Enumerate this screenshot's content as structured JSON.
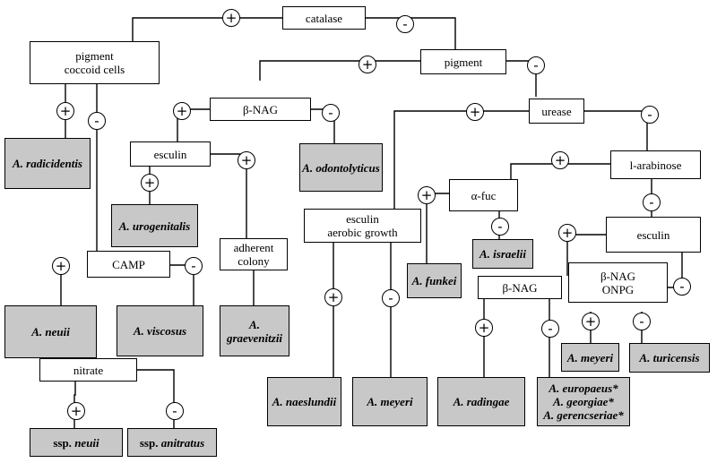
{
  "diagram": {
    "tests": {
      "catalase": "catalase",
      "pigment_coccoid_1": "pigment",
      "pigment_coccoid_2": "coccoid cells",
      "pigment": "pigment",
      "bnag": "β-NAG",
      "urease": "urease",
      "esculin_left": "esculin",
      "larabinose": "l-arabinose",
      "afuc": "α-fuc",
      "esculin_aerobic_1": "esculin",
      "esculin_aerobic_2": "aerobic growth",
      "esculin_right": "esculin",
      "adherent_1": "adherent",
      "adherent_2": "colony",
      "camp": "CAMP",
      "bnag_right": "β-NAG",
      "bnag_onpg_1": "β-NAG",
      "bnag_onpg_2": "ONPG",
      "nitrate": "nitrate"
    },
    "results": {
      "radicidentis": "A. radicidentis",
      "urogenitalis": "A. urogenitalis",
      "odontolyticus": "A. odontolyticus",
      "funkei": "A. funkei",
      "israelii": "A. israelii",
      "neuii": "A. neuii",
      "viscosus": "A. viscosus",
      "graevenitzii": "A. graevenitzii",
      "naeslundii": "A. naeslundii",
      "meyeri_mid": "A. meyeri",
      "radingae": "A. radingae",
      "europaeus": "A. europaeus*",
      "georgiae": "A. georgiae*",
      "gerencseriae": "A. gerencseriae*",
      "meyeri_right": "A. meyeri",
      "turicensis": "A. turicensis",
      "ssp_prefix_1": "ssp.",
      "ssp_neuii": "neuii",
      "ssp_prefix_2": "ssp.",
      "ssp_anitratus": "anitratus"
    },
    "signs": {
      "positive": "+",
      "negative": "-"
    }
  }
}
